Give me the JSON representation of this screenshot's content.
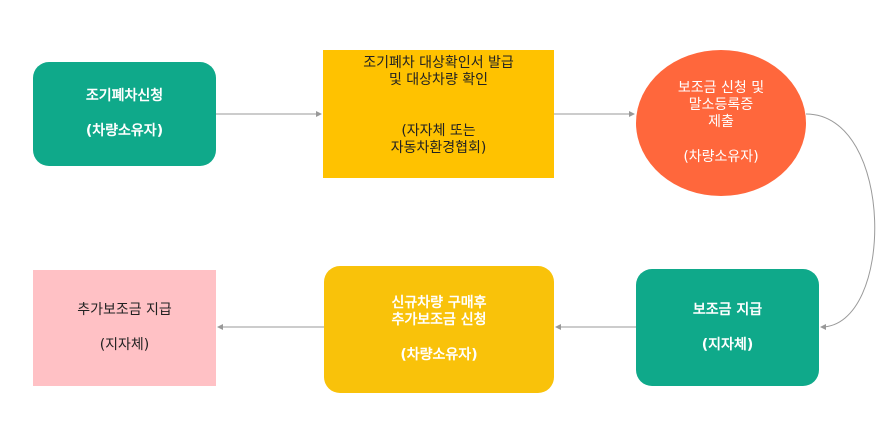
{
  "nodes": {
    "n1": {
      "lines": [
        "조기폐차신청",
        "(차량소유자)"
      ],
      "color": "#0fa98a"
    },
    "n2": {
      "lines": [
        "조기폐차 대상확인서 발급",
        "및 대상차량 확인",
        "(자자체 또는",
        "자동차환경협회)"
      ],
      "color": "#ffc200"
    },
    "n3": {
      "lines": [
        "보조금 신청 및",
        "말소등록증",
        "제출",
        "(차량소유자)"
      ],
      "color": "#ff673c"
    },
    "n4": {
      "lines": [
        "보조금 지급",
        "(지자체)"
      ],
      "color": "#0fa98a"
    },
    "n5": {
      "lines": [
        "신규차량 구매후",
        "추가보조금 신청",
        "(차량소유자)"
      ],
      "color": "#f9c20a"
    },
    "n6": {
      "lines": [
        "추가보조금 지급",
        "(지자체)"
      ],
      "color": "#ffc1c5"
    }
  },
  "edges": [
    {
      "from": "n1",
      "to": "n2"
    },
    {
      "from": "n2",
      "to": "n3"
    },
    {
      "from": "n3",
      "to": "n4"
    },
    {
      "from": "n4",
      "to": "n5"
    },
    {
      "from": "n5",
      "to": "n6"
    }
  ]
}
